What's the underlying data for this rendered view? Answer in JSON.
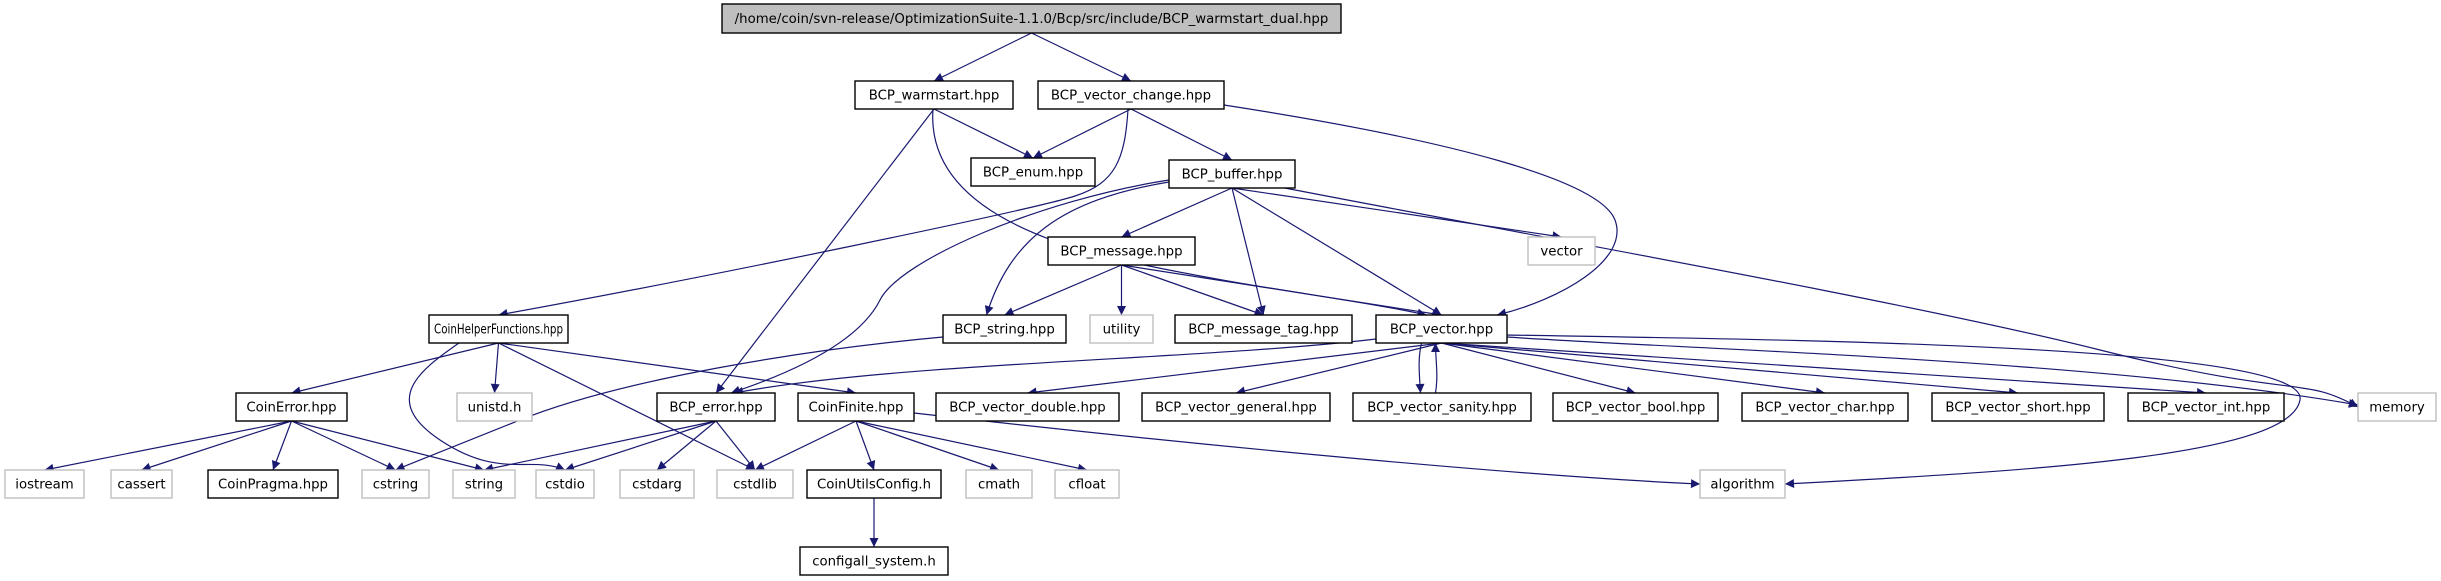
{
  "diagram": {
    "type": "include-dependency-graph",
    "colors": {
      "edge": "#191970",
      "root_fill": "#bfbfbf",
      "node_border": "#000000",
      "external_border": "#bfbfbf"
    },
    "nodes": [
      {
        "id": "root",
        "label": "/home/coin/svn-release/OptimizationSuite-1.1.0/Bcp/src/include/BCP_warmstart_dual.hpp",
        "kind": "root"
      },
      {
        "id": "warmstart",
        "label": "BCP_warmstart.hpp",
        "kind": "file"
      },
      {
        "id": "vector_change",
        "label": "BCP_vector_change.hpp",
        "kind": "file"
      },
      {
        "id": "enum",
        "label": "BCP_enum.hpp",
        "kind": "file"
      },
      {
        "id": "buffer",
        "label": "BCP_buffer.hpp",
        "kind": "file"
      },
      {
        "id": "vector_std",
        "label": "vector",
        "kind": "external"
      },
      {
        "id": "message",
        "label": "BCP_message.hpp",
        "kind": "file"
      },
      {
        "id": "helper",
        "label": "CoinHelperFunctions.hpp",
        "kind": "file"
      },
      {
        "id": "string_hpp",
        "label": "BCP_string.hpp",
        "kind": "file"
      },
      {
        "id": "utility",
        "label": "utility",
        "kind": "external"
      },
      {
        "id": "message_tag",
        "label": "BCP_message_tag.hpp",
        "kind": "file"
      },
      {
        "id": "vector",
        "label": "BCP_vector.hpp",
        "kind": "file"
      },
      {
        "id": "coinerror",
        "label": "CoinError.hpp",
        "kind": "file"
      },
      {
        "id": "unistd",
        "label": "unistd.h",
        "kind": "external"
      },
      {
        "id": "error",
        "label": "BCP_error.hpp",
        "kind": "file"
      },
      {
        "id": "coinfinite",
        "label": "CoinFinite.hpp",
        "kind": "file"
      },
      {
        "id": "v_double",
        "label": "BCP_vector_double.hpp",
        "kind": "file"
      },
      {
        "id": "v_general",
        "label": "BCP_vector_general.hpp",
        "kind": "file"
      },
      {
        "id": "v_sanity",
        "label": "BCP_vector_sanity.hpp",
        "kind": "file"
      },
      {
        "id": "v_bool",
        "label": "BCP_vector_bool.hpp",
        "kind": "file"
      },
      {
        "id": "v_char",
        "label": "BCP_vector_char.hpp",
        "kind": "file"
      },
      {
        "id": "v_short",
        "label": "BCP_vector_short.hpp",
        "kind": "file"
      },
      {
        "id": "v_int",
        "label": "BCP_vector_int.hpp",
        "kind": "file"
      },
      {
        "id": "memory",
        "label": "memory",
        "kind": "external"
      },
      {
        "id": "iostream",
        "label": "iostream",
        "kind": "external"
      },
      {
        "id": "cassert",
        "label": "cassert",
        "kind": "external"
      },
      {
        "id": "pragma",
        "label": "CoinPragma.hpp",
        "kind": "file"
      },
      {
        "id": "cstring",
        "label": "cstring",
        "kind": "external"
      },
      {
        "id": "string",
        "label": "string",
        "kind": "external"
      },
      {
        "id": "cstdio",
        "label": "cstdio",
        "kind": "external"
      },
      {
        "id": "cstdarg",
        "label": "cstdarg",
        "kind": "external"
      },
      {
        "id": "cstdlib",
        "label": "cstdlib",
        "kind": "external"
      },
      {
        "id": "utilsconfig",
        "label": "CoinUtilsConfig.h",
        "kind": "file"
      },
      {
        "id": "cmath",
        "label": "cmath",
        "kind": "external"
      },
      {
        "id": "cfloat",
        "label": "cfloat",
        "kind": "external"
      },
      {
        "id": "algorithm",
        "label": "algorithm",
        "kind": "external"
      },
      {
        "id": "configall",
        "label": "configall_system.h",
        "kind": "file"
      }
    ],
    "edges": [
      [
        "root",
        "warmstart"
      ],
      [
        "root",
        "vector_change"
      ],
      [
        "warmstart",
        "enum"
      ],
      [
        "warmstart",
        "error"
      ],
      [
        "warmstart",
        "vector"
      ],
      [
        "vector_change",
        "enum"
      ],
      [
        "vector_change",
        "buffer"
      ],
      [
        "vector_change",
        "vector"
      ],
      [
        "vector_change",
        "helper"
      ],
      [
        "buffer",
        "message"
      ],
      [
        "buffer",
        "message_tag"
      ],
      [
        "buffer",
        "vector"
      ],
      [
        "buffer",
        "vector_std"
      ],
      [
        "buffer",
        "memory"
      ],
      [
        "buffer",
        "string_hpp"
      ],
      [
        "buffer",
        "error"
      ],
      [
        "message",
        "string_hpp"
      ],
      [
        "message",
        "utility"
      ],
      [
        "message",
        "message_tag"
      ],
      [
        "message",
        "vector"
      ],
      [
        "string_hpp",
        "cstring"
      ],
      [
        "helper",
        "coinerror"
      ],
      [
        "helper",
        "unistd"
      ],
      [
        "helper",
        "coinfinite"
      ],
      [
        "helper",
        "cstdio"
      ],
      [
        "helper",
        "cstdlib"
      ],
      [
        "vector",
        "error"
      ],
      [
        "vector",
        "v_double"
      ],
      [
        "vector",
        "v_general"
      ],
      [
        "vector",
        "v_sanity"
      ],
      [
        "vector",
        "v_bool"
      ],
      [
        "vector",
        "v_char"
      ],
      [
        "vector",
        "v_short"
      ],
      [
        "vector",
        "v_int"
      ],
      [
        "vector",
        "memory"
      ],
      [
        "vector",
        "algorithm"
      ],
      [
        "v_sanity",
        "vector"
      ],
      [
        "coinerror",
        "iostream"
      ],
      [
        "coinerror",
        "cassert"
      ],
      [
        "coinerror",
        "pragma"
      ],
      [
        "coinerror",
        "cstring"
      ],
      [
        "coinerror",
        "string"
      ],
      [
        "error",
        "string"
      ],
      [
        "error",
        "cstdio"
      ],
      [
        "error",
        "cstdarg"
      ],
      [
        "error",
        "cstdlib"
      ],
      [
        "coinfinite",
        "cstdlib"
      ],
      [
        "coinfinite",
        "utilsconfig"
      ],
      [
        "coinfinite",
        "cmath"
      ],
      [
        "coinfinite",
        "cfloat"
      ],
      [
        "coinfinite",
        "algorithm"
      ],
      [
        "utilsconfig",
        "configall"
      ]
    ]
  }
}
